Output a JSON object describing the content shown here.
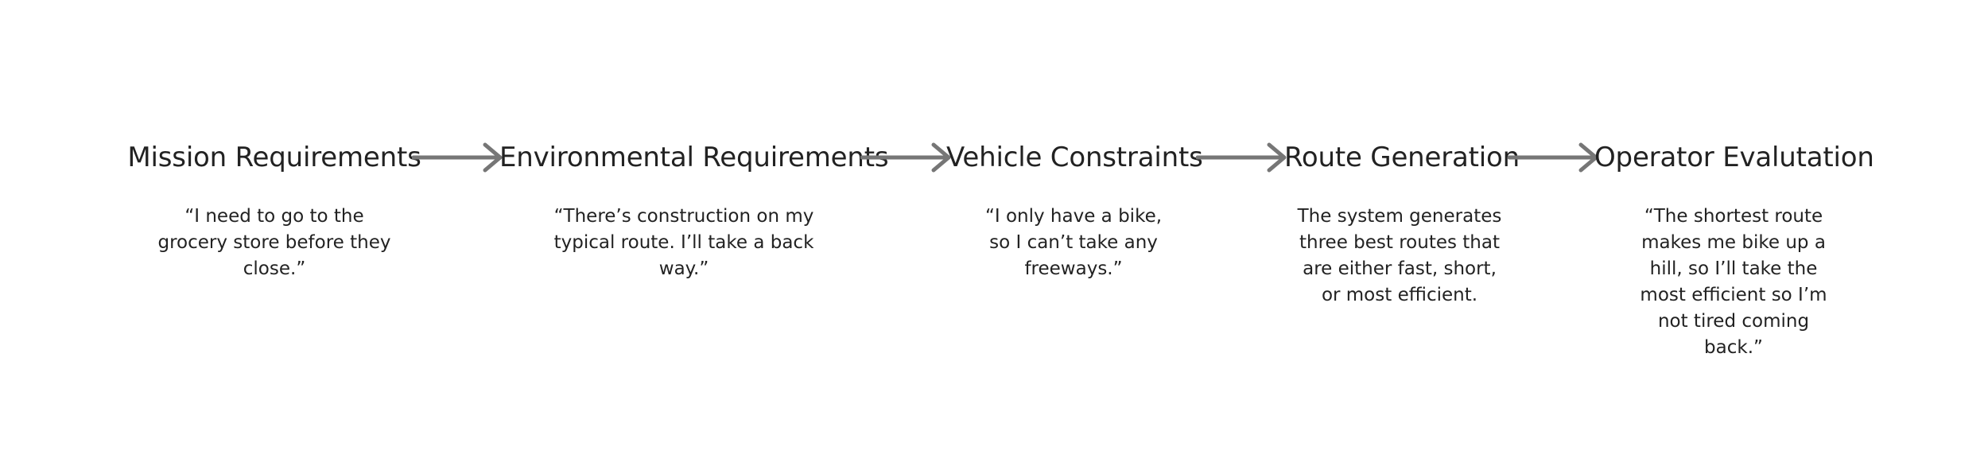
{
  "flow": {
    "stages": [
      {
        "title": "Mission Requirements",
        "description": "“I need to go to the grocery store before they close.”"
      },
      {
        "title": "Environmental Requirements",
        "description": "“There’s construction on my typical route. I’ll take a back way.”"
      },
      {
        "title": "Vehicle Constraints",
        "description": "“I only have a bike, so I can’t take any freeways.”"
      },
      {
        "title": "Route Generation",
        "description": "The system generates three best routes that are either fast, short, or most efficient."
      },
      {
        "title": "Operator Evalutation",
        "description": "“The shortest route makes me bike up a hill, so I’ll take the most efficient so I’m not tired coming back.”"
      }
    ],
    "arrow_color": "#767676",
    "text_color": "#222222"
  }
}
